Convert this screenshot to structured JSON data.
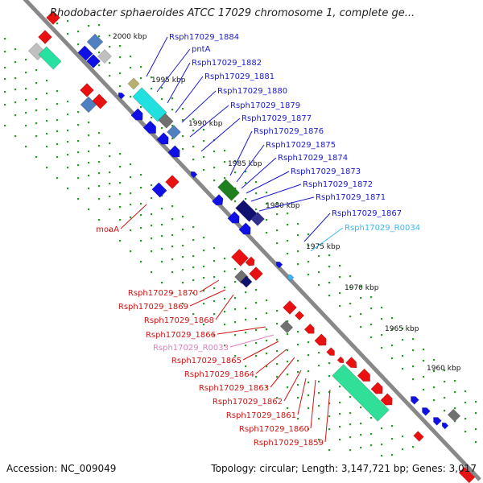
{
  "title": "Rhodobacter sphaeroides ATCC 17029 chromosome 1, complete ge...",
  "footer": {
    "accession": "Accession: NC_009049",
    "stats": "Topology: circular; Length: 3,147,721 bp; Genes: 3,017"
  },
  "colors": {
    "backbone": "#888888",
    "forward_gene": "#1010e6",
    "reverse_gene": "#e81010",
    "label_forward": "#1a1ad0",
    "label_reverse": "#d01414",
    "rrna_label": "#38b8f0",
    "pink_label": "#e080c0",
    "tick_major": "#2a7a2a",
    "tick_minor": "#2a9a2a"
  },
  "kbp_ticks": [
    "2000 kbp",
    "1995 kbp",
    "1990 kbp",
    "1985 kbp",
    "1980 kbp",
    "1975 kbp",
    "1970 kbp",
    "1965 kbp",
    "1960 kbp"
  ],
  "labels": [
    {
      "text": "Rsph17029_1884",
      "strand": "forward"
    },
    {
      "text": "pntA",
      "strand": "forward"
    },
    {
      "text": "Rsph17029_1882",
      "strand": "forward"
    },
    {
      "text": "Rsph17029_1881",
      "strand": "forward"
    },
    {
      "text": "Rsph17029_1880",
      "strand": "forward"
    },
    {
      "text": "Rsph17029_1879",
      "strand": "forward"
    },
    {
      "text": "Rsph17029_1877",
      "strand": "forward"
    },
    {
      "text": "Rsph17029_1876",
      "strand": "forward"
    },
    {
      "text": "Rsph17029_1875",
      "strand": "forward"
    },
    {
      "text": "Rsph17029_1874",
      "strand": "forward"
    },
    {
      "text": "Rsph17029_1873",
      "strand": "forward"
    },
    {
      "text": "Rsph17029_1872",
      "strand": "forward"
    },
    {
      "text": "Rsph17029_1871",
      "strand": "forward"
    },
    {
      "text": "Rsph17029_1867",
      "strand": "forward"
    },
    {
      "text": "Rsph17029_R0034",
      "strand": "rrna"
    },
    {
      "text": "moaA",
      "strand": "reverse"
    },
    {
      "text": "Rsph17029_1870",
      "strand": "reverse"
    },
    {
      "text": "Rsph17029_1869",
      "strand": "reverse"
    },
    {
      "text": "Rsph17029_1868",
      "strand": "reverse"
    },
    {
      "text": "Rsph17029_1866",
      "strand": "reverse"
    },
    {
      "text": "Rsph17029_R0033",
      "strand": "pink"
    },
    {
      "text": "Rsph17029_1865",
      "strand": "reverse"
    },
    {
      "text": "Rsph17029_1864",
      "strand": "reverse"
    },
    {
      "text": "Rsph17029_1863",
      "strand": "reverse"
    },
    {
      "text": "Rsph17029_1862",
      "strand": "reverse"
    },
    {
      "text": "Rsph17029_1861",
      "strand": "reverse"
    },
    {
      "text": "Rsph17029_1860",
      "strand": "reverse"
    },
    {
      "text": "Rsph17029_1859",
      "strand": "reverse"
    }
  ]
}
